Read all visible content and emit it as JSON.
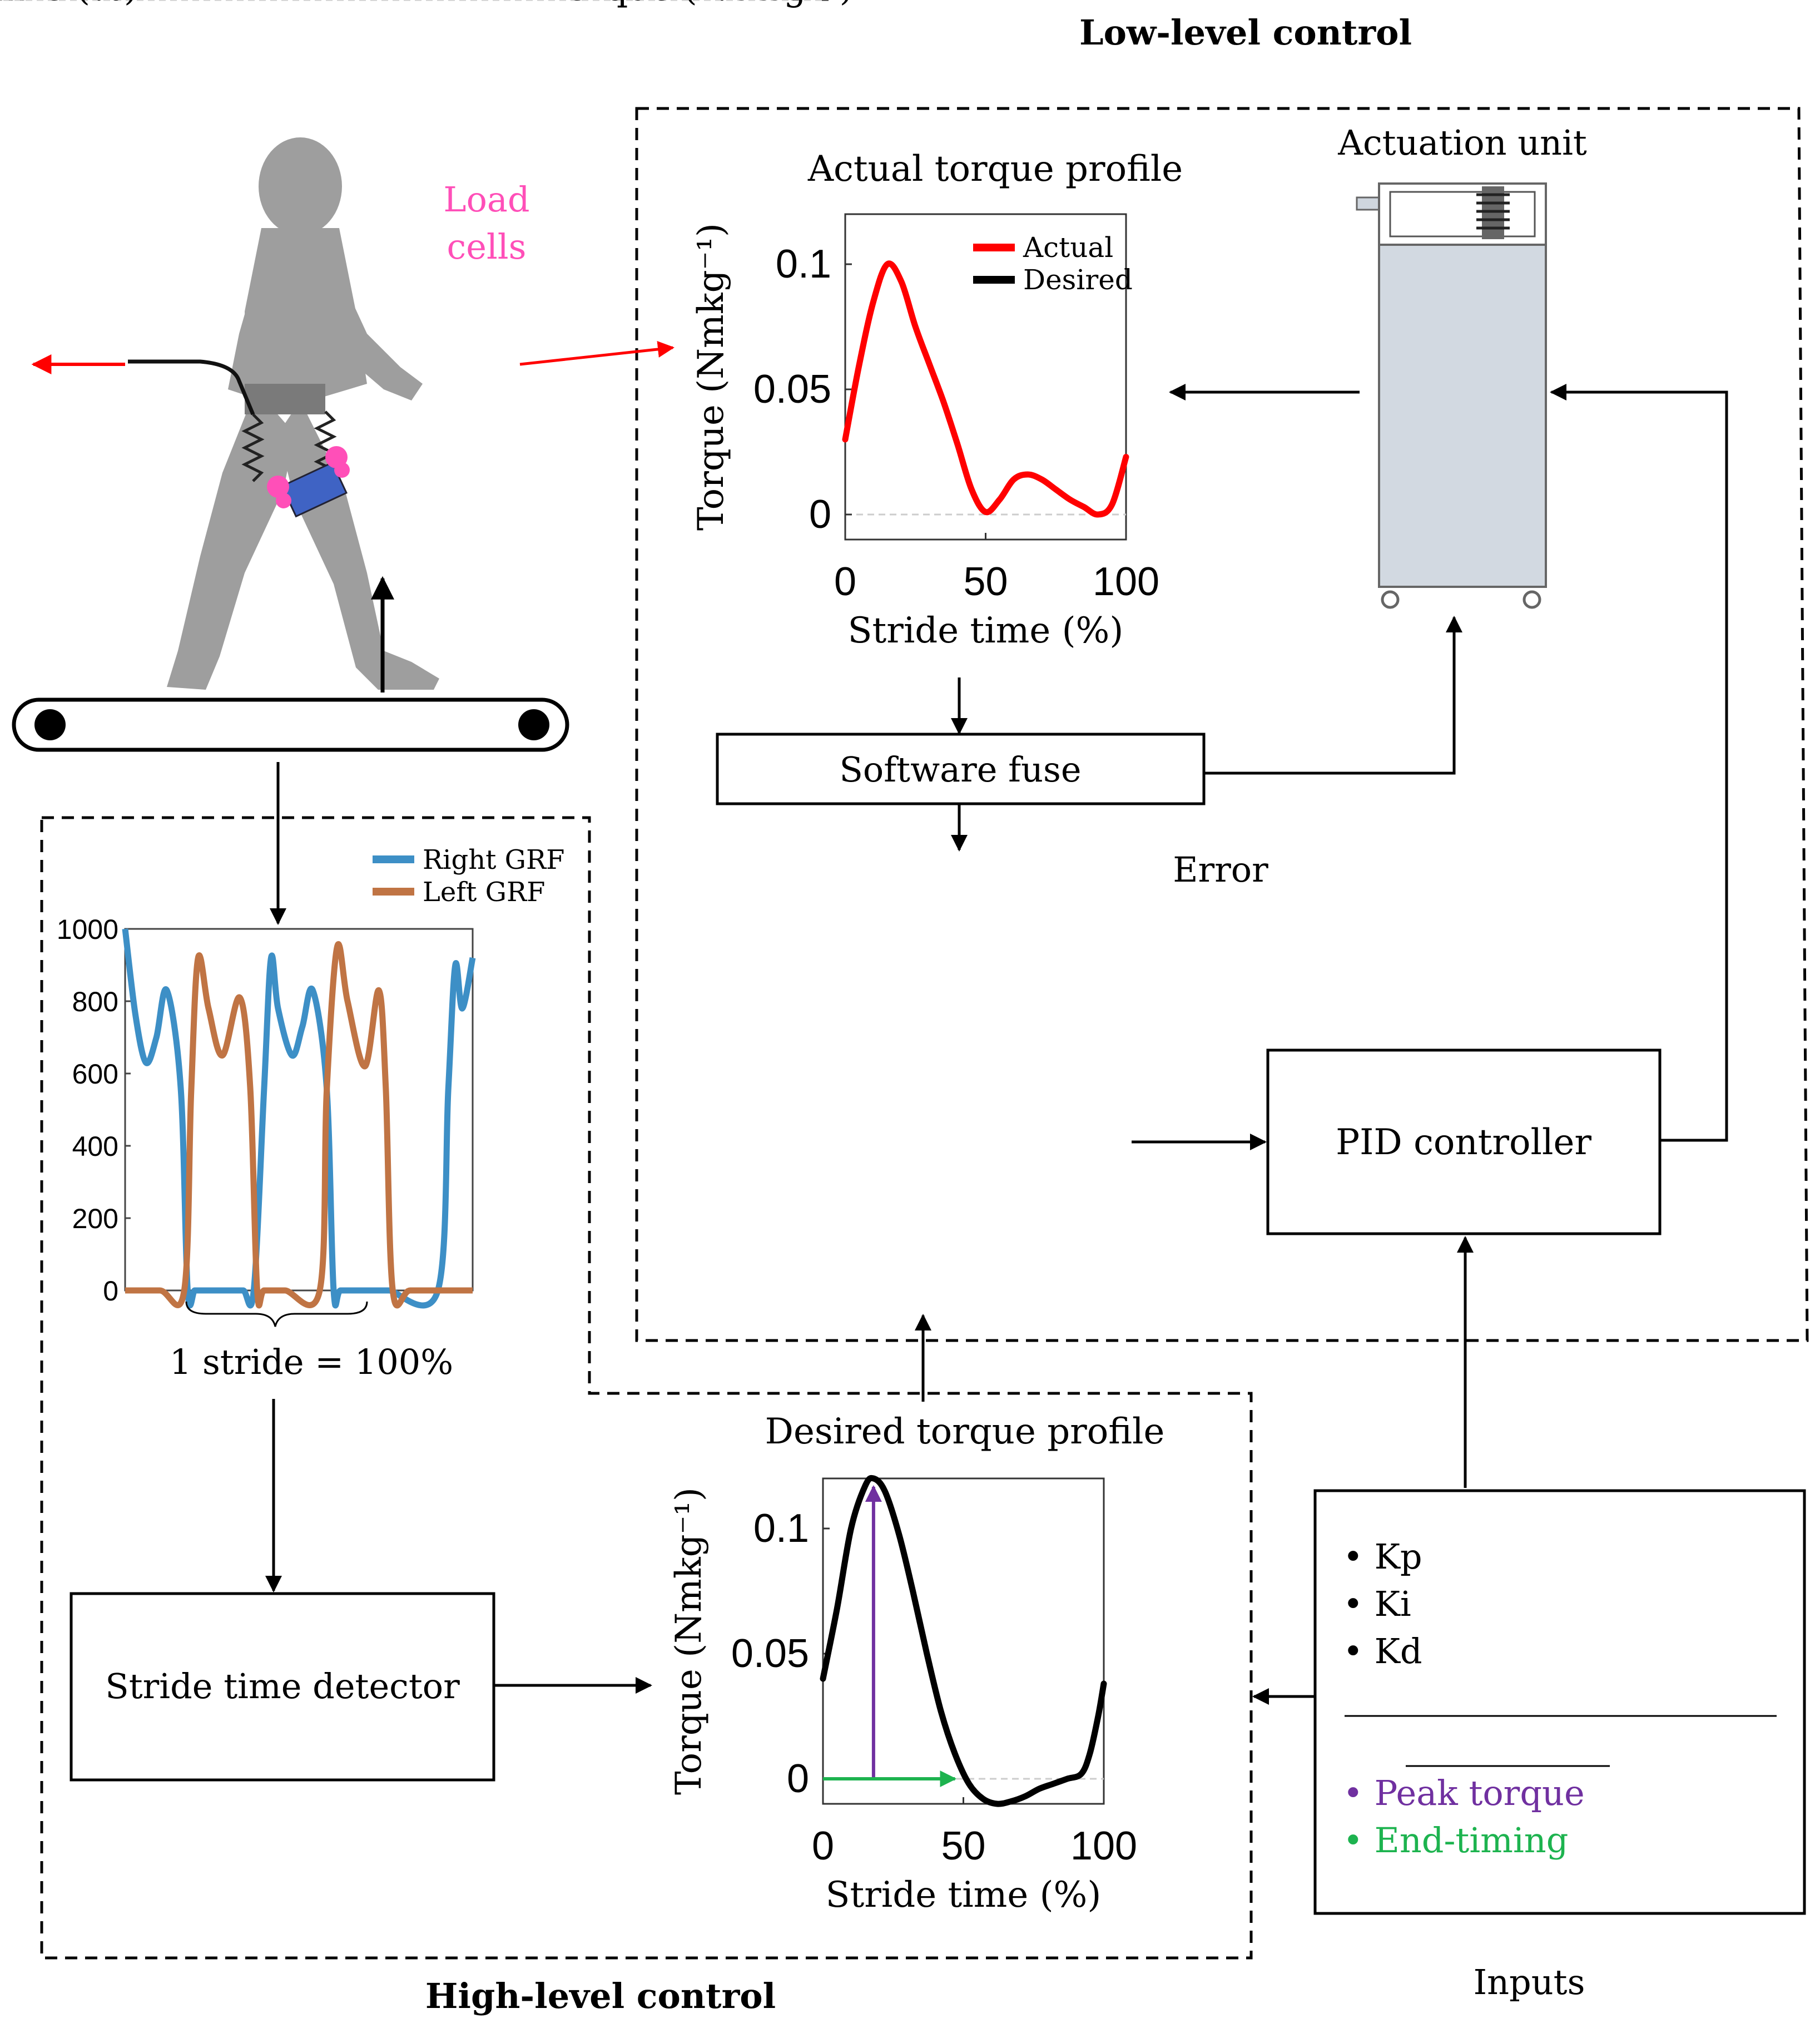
{
  "titles": {
    "low_level": "Low-level control",
    "high_level": "High-level control",
    "inputs": "Inputs"
  },
  "labels": {
    "load_cells_line1": "Load",
    "load_cells_line2": "cells",
    "actuation_unit": "Actuation unit",
    "software_fuse": "Software fuse",
    "error": "Error",
    "pid_controller": "PID controller",
    "stride_time_detector": "Stride time detector",
    "one_stride": "1 stride = 100%"
  },
  "inputs_box": {
    "items": [
      "Kp",
      "Ki",
      "Kd"
    ],
    "peak_torque": "Peak torque",
    "end_timing": "End-timing",
    "bullet": "•"
  },
  "colors": {
    "actual": "#ff0000",
    "desired": "#000000",
    "right_grf": "#3d8fc6",
    "left_grf": "#c07444",
    "peak": "#7030a0",
    "end_timing": "#1db34f",
    "load_cells": "#ff4fb8",
    "body": "#9e9e9e"
  },
  "chart_data": [
    {
      "id": "actual_torque_profile",
      "type": "line",
      "title": "Actual torque profile",
      "xlabel": "Stride time (%)",
      "ylabel": "Torque (Nmkg⁻¹)",
      "xlim": [
        0,
        100
      ],
      "ylim": [
        -0.01,
        0.12
      ],
      "xticks": [
        0,
        50,
        100
      ],
      "yticks": [
        0,
        0.05,
        0.1
      ],
      "ytick_labels": [
        "0",
        "0.05",
        "0.1"
      ],
      "legend": "top-right",
      "series": [
        {
          "name": "Actual",
          "color": "#ff0000",
          "x": [
            0,
            5,
            10,
            15,
            20,
            25,
            30,
            35,
            40,
            45,
            50,
            55,
            60,
            65,
            70,
            75,
            80,
            85,
            90,
            95,
            100
          ],
          "y": [
            0.03,
            0.06,
            0.085,
            0.1,
            0.093,
            0.075,
            0.06,
            0.045,
            0.028,
            0.01,
            0.001,
            0.006,
            0.014,
            0.016,
            0.014,
            0.01,
            0.006,
            0.003,
            0.0,
            0.004,
            0.023
          ]
        },
        {
          "name": "Desired",
          "color": "#000000",
          "x": [],
          "y": []
        }
      ]
    },
    {
      "id": "error_comparison",
      "type": "line",
      "xlabel": "Stride time (%)",
      "ylabel": "Torque (Nmkg⁻¹)",
      "xlim": [
        0,
        100
      ],
      "ylim": [
        -0.01,
        0.12
      ],
      "xticks": [
        0,
        50,
        100
      ],
      "yticks": [
        0,
        0.05,
        0.1
      ],
      "ytick_labels": [
        "0",
        "0.05",
        "0.1"
      ],
      "legend": "top-right",
      "series": [
        {
          "name": "Actual",
          "color": "#ff0000",
          "x": [
            0,
            5,
            10,
            15,
            20,
            25,
            30,
            35,
            40,
            45,
            50,
            55,
            60,
            65,
            70,
            75,
            80,
            85,
            90,
            95,
            100
          ],
          "y": [
            0.03,
            0.06,
            0.085,
            0.1,
            0.093,
            0.075,
            0.06,
            0.045,
            0.028,
            0.01,
            0.001,
            0.006,
            0.014,
            0.016,
            0.014,
            0.01,
            0.006,
            0.003,
            0.0,
            0.004,
            0.023
          ]
        },
        {
          "name": "Desired",
          "color": "#000000",
          "x": [
            0,
            5,
            10,
            15,
            18,
            22,
            27,
            32,
            37,
            42,
            47,
            52,
            57,
            62,
            67,
            72,
            77,
            82,
            87,
            92,
            95,
            98,
            100
          ],
          "y": [
            0.04,
            0.068,
            0.1,
            0.117,
            0.12,
            0.115,
            0.098,
            0.075,
            0.05,
            0.027,
            0.01,
            -0.002,
            -0.008,
            -0.01,
            -0.009,
            -0.007,
            -0.004,
            -0.002,
            0.0,
            0.002,
            0.01,
            0.025,
            0.038
          ]
        }
      ]
    },
    {
      "id": "desired_torque_profile",
      "type": "line",
      "title": "Desired torque profile",
      "xlabel": "Stride time (%)",
      "ylabel": "Torque (Nmkg⁻¹)",
      "xlim": [
        0,
        100
      ],
      "ylim": [
        -0.01,
        0.12
      ],
      "xticks": [
        0,
        50,
        100
      ],
      "yticks": [
        0,
        0.05,
        0.1
      ],
      "ytick_labels": [
        "0",
        "0.05",
        "0.1"
      ],
      "series": [
        {
          "name": "Desired",
          "color": "#000000",
          "x": [
            0,
            5,
            10,
            15,
            18,
            22,
            27,
            32,
            37,
            42,
            47,
            52,
            57,
            62,
            67,
            72,
            77,
            82,
            87,
            92,
            95,
            98,
            100
          ],
          "y": [
            0.04,
            0.068,
            0.1,
            0.117,
            0.12,
            0.115,
            0.098,
            0.075,
            0.05,
            0.027,
            0.01,
            -0.002,
            -0.008,
            -0.01,
            -0.009,
            -0.007,
            -0.004,
            -0.002,
            0.0,
            0.002,
            0.01,
            0.025,
            0.038
          ]
        }
      ],
      "annotations": {
        "peak_torque_x": 18,
        "peak_torque_y": 0.12,
        "end_timing_x": 47
      }
    },
    {
      "id": "grf",
      "type": "line",
      "xlim": [
        0,
        100
      ],
      "ylim": [
        0,
        1000
      ],
      "yticks": [
        0,
        200,
        400,
        600,
        800,
        1000
      ],
      "ytick_labels": [
        "0",
        "200",
        "400",
        "600",
        "800",
        "1000"
      ],
      "legend": "top-right",
      "series": [
        {
          "name": "Right GRF",
          "color": "#3d8fc6",
          "x": [
            0,
            3,
            6,
            9,
            12,
            16,
            18,
            20,
            22,
            26,
            30,
            34,
            37,
            40,
            42,
            44,
            48,
            51,
            54,
            58,
            60,
            62,
            68,
            72,
            75,
            76,
            90,
            93,
            95,
            97,
            100
          ],
          "y": [
            1000,
            760,
            630,
            700,
            830,
            560,
            0,
            0,
            0,
            0,
            0,
            0,
            0,
            560,
            920,
            780,
            650,
            730,
            830,
            560,
            0,
            0,
            0,
            0,
            0,
            0,
            0,
            560,
            900,
            780,
            920
          ]
        },
        {
          "name": "Left GRF",
          "color": "#c07444",
          "x": [
            0,
            10,
            17,
            19,
            21,
            24,
            28,
            33,
            36,
            38,
            40,
            46,
            56,
            58,
            61,
            64,
            69,
            73,
            75,
            77,
            82,
            92,
            97,
            100
          ],
          "y": [
            0,
            0,
            0,
            550,
            920,
            780,
            650,
            810,
            560,
            0,
            0,
            0,
            0,
            550,
            950,
            800,
            620,
            830,
            560,
            0,
            0,
            0,
            0,
            0
          ]
        }
      ]
    }
  ]
}
